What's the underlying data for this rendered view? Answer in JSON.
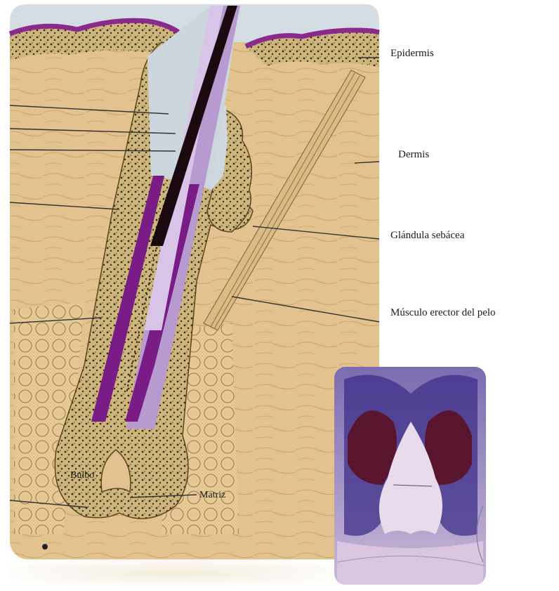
{
  "labels": {
    "epidermis": "Epidermis",
    "dermis": "Dermis",
    "glandula": "Glándula sebácea",
    "musculo": "Músculo erector del pelo",
    "bulbo": "Bulbo",
    "matriz": "Matriz"
  },
  "colors": {
    "dermis": "#e2c28e",
    "epidermis_purple": "#8a2a8c",
    "epithelium": "#c8b07a",
    "sheath_purple": "#7a1c86",
    "sheath_lilac": "#b79bd0",
    "hair_shaft": "#1a0a10",
    "lumen": "#cdd6dc",
    "histology_bg": "#d6c8e2",
    "histology_stain": "#4a2a8a",
    "histology_dark": "#5a1228"
  }
}
